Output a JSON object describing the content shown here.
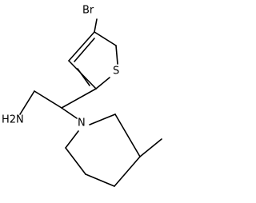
{
  "molecule": {
    "atoms": {
      "bromine": "Br",
      "sulfur": "S",
      "amine": "H2N",
      "nitrogen": "N"
    }
  }
}
